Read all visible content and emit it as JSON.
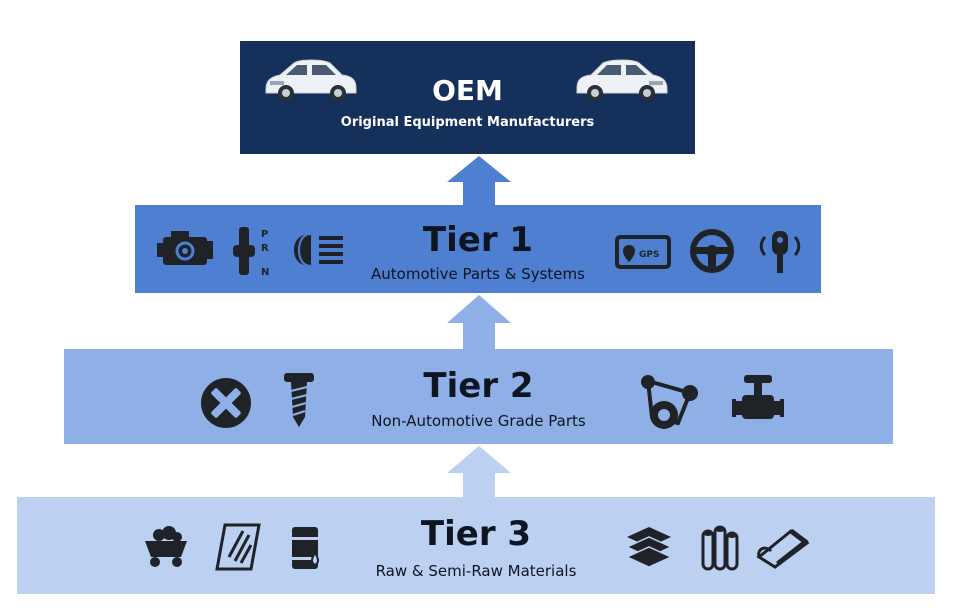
{
  "colors": {
    "oem": "#15305a",
    "tier1": "#4f7fd0",
    "tier2": "#8fb0e6",
    "tier3": "#bcd0f2",
    "icon": "#1f2328"
  },
  "oem": {
    "title": "OEM",
    "subtitle": "Original Equipment Manufacturers",
    "icons": [
      "car-icon",
      "car-icon"
    ]
  },
  "tier1": {
    "title": "Tier 1",
    "subtitle": "Automotive Parts & Systems",
    "icons": [
      "engine-icon",
      "gear-shifter-icon",
      "headlight-icon",
      "gps-icon",
      "steering-wheel-icon",
      "car-key-icon"
    ],
    "gps_label": "GPS",
    "shifter_labels": [
      "P",
      "R",
      "N"
    ]
  },
  "tier2": {
    "title": "Tier 2",
    "subtitle": "Non-Automotive Grade Parts",
    "icons": [
      "screw-head-icon",
      "screw-icon",
      "belt-pulley-icon",
      "valve-icon"
    ]
  },
  "tier3": {
    "title": "Tier 3",
    "subtitle": "Raw & Semi-Raw Materials",
    "icons": [
      "ore-cart-icon",
      "glass-sheet-icon",
      "oil-barrel-icon",
      "steel-beams-icon",
      "pipes-icon",
      "sheet-roll-icon"
    ]
  }
}
